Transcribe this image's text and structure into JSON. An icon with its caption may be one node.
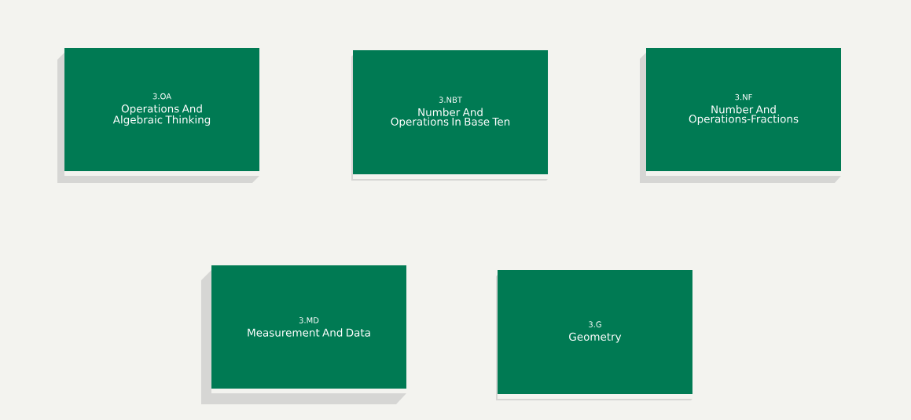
{
  "diagram": {
    "nodes": [
      {
        "text": [
          "3.OA",
          "Operations And Algebraic Thinking"
        ]
      },
      {
        "text": [
          "3.NBT",
          "Number And Operations In Base Ten"
        ]
      },
      {
        "text": [
          "3.NF",
          "Number And Operations-Fractions"
        ]
      },
      {
        "text": [
          "3.MD",
          "Measurement And Data"
        ]
      },
      {
        "text": [
          "3.G",
          "Geometry"
        ]
      }
    ]
  }
}
